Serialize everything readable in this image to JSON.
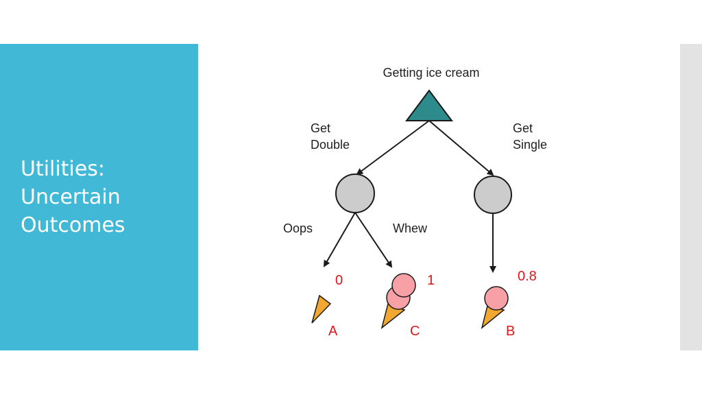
{
  "slide": {
    "title_lines": [
      "Utilities:",
      "Uncertain",
      "Outcomes"
    ]
  },
  "diagram": {
    "root_label": "Getting ice cream",
    "branches": {
      "left": [
        "Get",
        "Double"
      ],
      "right": [
        "Get",
        "Single"
      ],
      "oops": "Oops",
      "whew": "Whew"
    },
    "outcomes": [
      {
        "letter": "A",
        "utility": "0"
      },
      {
        "letter": "C",
        "utility": "1"
      },
      {
        "letter": "B",
        "utility": "0.8"
      }
    ],
    "colors": {
      "root_node": "#2e8b8b",
      "chance_node": "#cccccc",
      "cone": "#f0a830",
      "scoop": "#f7a1a6",
      "utility_text": "#e0161b",
      "title_panel": "#41b8d5"
    }
  }
}
